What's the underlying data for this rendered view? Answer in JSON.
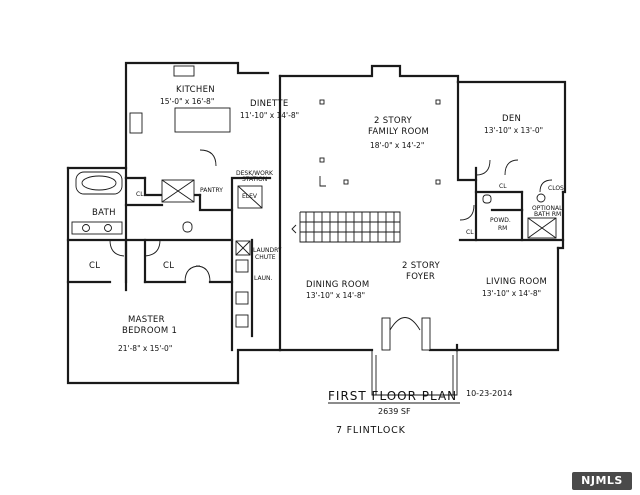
{
  "plan": {
    "title": "FIRST FLOOR PLAN",
    "date": "10-23-2014",
    "area": "2639 SF",
    "address": "7 FLINTLOCK",
    "watermark": "NJMLS"
  },
  "rooms": {
    "kitchen": {
      "name": "KITCHEN",
      "dim": "15'-0\" x 16'-8\""
    },
    "dinette": {
      "name": "DINETTE",
      "dim": "11'-10\" x 14'-8\""
    },
    "family_room": {
      "name_line1": "2 STORY",
      "name_line2": "FAMILY ROOM",
      "dim": "18'-0\" x 14'-2\""
    },
    "den": {
      "name": "DEN",
      "dim": "13'-10\" x 13'-0\""
    },
    "bath": {
      "name": "BATH"
    },
    "cl": "CL",
    "pantry": {
      "name": "PANTRY"
    },
    "desk": {
      "line1": "DESK/WORK",
      "line2": "STATION"
    },
    "elev": {
      "name": "ELEV"
    },
    "laundry_chute": {
      "line1": "LAUNDRY",
      "line2": "CHUTE"
    },
    "laun": {
      "name": "LAUN."
    },
    "master": {
      "line1": "MASTER",
      "line2": "BEDROOM 1",
      "dim": "21'-8\" x 15'-0\""
    },
    "dining": {
      "name": "DINING ROOM",
      "dim": "13'-10\" x 14'-8\""
    },
    "foyer": {
      "line1": "2 STORY",
      "line2": "FOYER"
    },
    "living": {
      "name": "LIVING ROOM",
      "dim": "13'-10\" x 14'-8\""
    },
    "powder": {
      "line1": "POWD.",
      "line2": "RM"
    },
    "optional_bath": {
      "line1": "OPTIONAL",
      "line2": "BATH RM"
    },
    "clos": {
      "name": "CLOS"
    }
  }
}
